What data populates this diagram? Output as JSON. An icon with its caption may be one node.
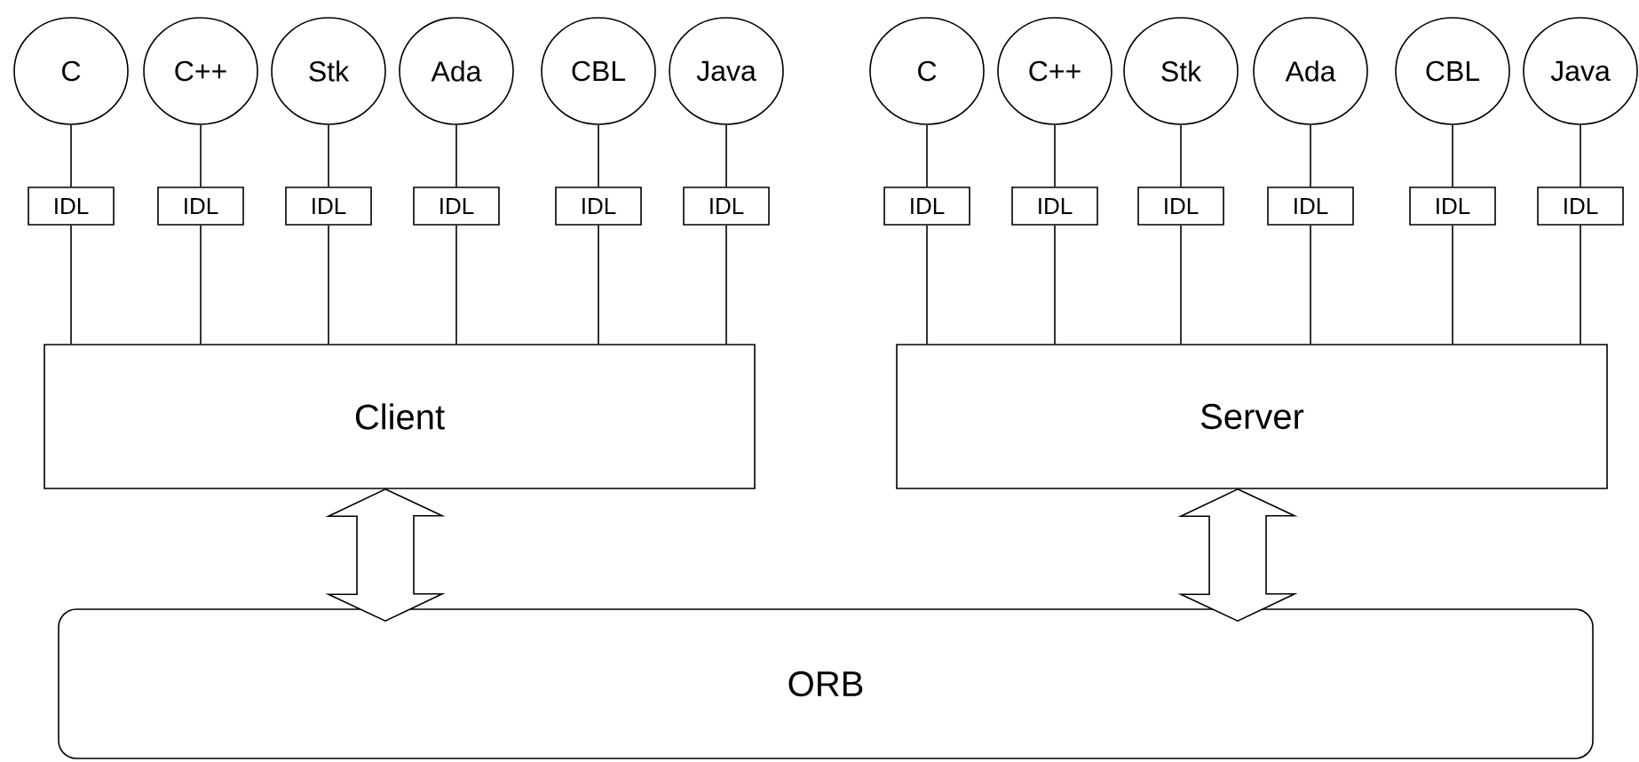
{
  "diagram": {
    "nodes": [
      {
        "text": [
          "C"
        ]
      },
      {
        "text": [
          "C++"
        ]
      },
      {
        "text": [
          "Stk"
        ]
      },
      {
        "text": [
          "Ada"
        ]
      },
      {
        "text": [
          "CBL"
        ]
      },
      {
        "text": [
          "Java"
        ]
      },
      {
        "text": [
          "C"
        ]
      },
      {
        "text": [
          "C++"
        ]
      },
      {
        "text": [
          "Stk"
        ]
      },
      {
        "text": [
          "Ada"
        ]
      },
      {
        "text": [
          "CBL"
        ]
      },
      {
        "text": [
          "Java"
        ]
      },
      {
        "text": [
          "IDL"
        ]
      },
      {
        "text": [
          "IDL"
        ]
      },
      {
        "text": [
          "IDL"
        ]
      },
      {
        "text": [
          "IDL"
        ]
      },
      {
        "text": [
          "IDL"
        ]
      },
      {
        "text": [
          "IDL"
        ]
      },
      {
        "text": [
          "IDL"
        ]
      },
      {
        "text": [
          "IDL"
        ]
      },
      {
        "text": [
          "IDL"
        ]
      },
      {
        "text": [
          "IDL"
        ]
      },
      {
        "text": [
          "IDL"
        ]
      },
      {
        "text": [
          "IDL"
        ]
      },
      {
        "text": [
          "Client"
        ]
      },
      {
        "text": [
          "Server"
        ]
      },
      {
        "text": [
          "ORB"
        ]
      }
    ],
    "edges": [
      {
        "from": 0,
        "to": 12,
        "arrow": "none"
      },
      {
        "from": 1,
        "to": 13,
        "arrow": "none"
      },
      {
        "from": 2,
        "to": 14,
        "arrow": "none"
      },
      {
        "from": 3,
        "to": 15,
        "arrow": "none"
      },
      {
        "from": 4,
        "to": 16,
        "arrow": "none"
      },
      {
        "from": 5,
        "to": 17,
        "arrow": "none"
      },
      {
        "from": 6,
        "to": 18,
        "arrow": "none"
      },
      {
        "from": 7,
        "to": 19,
        "arrow": "none"
      },
      {
        "from": 8,
        "to": 20,
        "arrow": "none"
      },
      {
        "from": 9,
        "to": 21,
        "arrow": "none"
      },
      {
        "from": 10,
        "to": 22,
        "arrow": "none"
      },
      {
        "from": 11,
        "to": 23,
        "arrow": "none"
      },
      {
        "from": 12,
        "to": 24,
        "arrow": "none"
      },
      {
        "from": 13,
        "to": 24,
        "arrow": "none"
      },
      {
        "from": 14,
        "to": 24,
        "arrow": "none"
      },
      {
        "from": 15,
        "to": 24,
        "arrow": "none"
      },
      {
        "from": 16,
        "to": 24,
        "arrow": "none"
      },
      {
        "from": 17,
        "to": 24,
        "arrow": "none"
      },
      {
        "from": 18,
        "to": 25,
        "arrow": "none"
      },
      {
        "from": 19,
        "to": 25,
        "arrow": "none"
      },
      {
        "from": 20,
        "to": 25,
        "arrow": "none"
      },
      {
        "from": 21,
        "to": 25,
        "arrow": "none"
      },
      {
        "from": 22,
        "to": 25,
        "arrow": "none"
      },
      {
        "from": 23,
        "to": 25,
        "arrow": "none"
      },
      {
        "from": 24,
        "to": 26,
        "arrow": "both",
        "style": "thick"
      },
      {
        "from": 25,
        "to": 26,
        "arrow": "both",
        "style": "thick"
      }
    ]
  }
}
